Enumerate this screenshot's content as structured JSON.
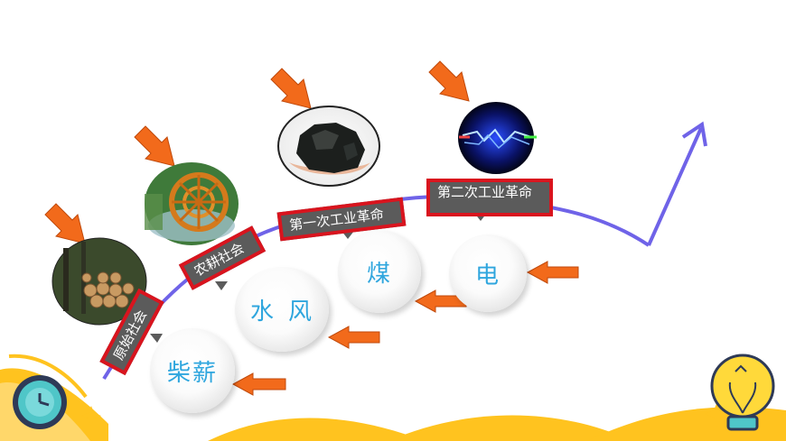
{
  "eras": {
    "primitive": "原始社会",
    "farming": "农耕社会",
    "industrial1": "第一次工业革命",
    "industrial2": "第二次工业革命"
  },
  "energy": {
    "firewood": "柴薪",
    "water": "水",
    "wind": "风",
    "coal": "煤",
    "electricity": "电"
  },
  "icons": {
    "pointer": "orange-arrow-icon",
    "curve": "growth-arrow-icon",
    "clock": "clock-icon",
    "bulb": "lightbulb-icon"
  },
  "colors": {
    "curve": "#6f63e8",
    "tag_border": "#d9141e",
    "tag_fill": "#5b5b5b",
    "arrow": "#f26a1b",
    "bubble_text": "#2fa6de",
    "wave": "#ffc31f"
  }
}
